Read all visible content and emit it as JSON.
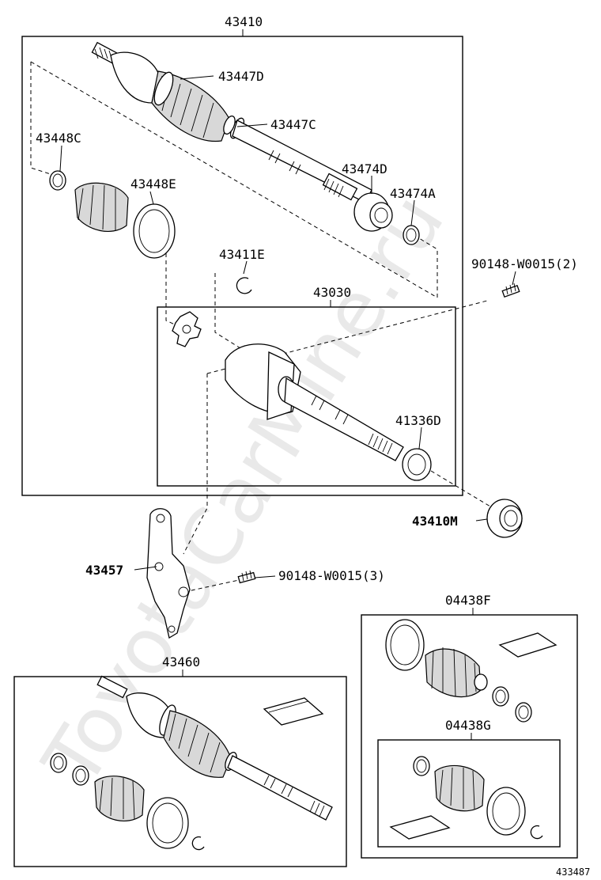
{
  "watermark": "ToyotaCarMine.ru",
  "labels": {
    "p43410": "43410",
    "p43447d": "43447D",
    "p43447c": "43447C",
    "p43448c": "43448C",
    "p43448e": "43448E",
    "p43474d": "43474D",
    "p43474a": "43474A",
    "p43411e": "43411E",
    "p43030": "43030",
    "bolt2": "90148-W0015(2)",
    "p41336d": "41336D",
    "p43410m": "43410M",
    "p43457": "43457",
    "bolt3": "90148-W0015(3)",
    "p04438f": "04438F",
    "p43460": "43460",
    "p04438g": "04438G",
    "diagram_number": "433487"
  }
}
